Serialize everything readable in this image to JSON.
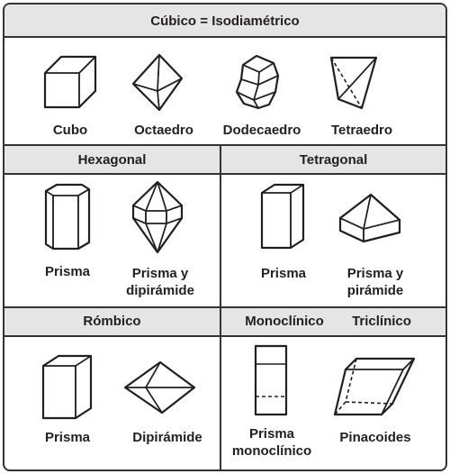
{
  "colors": {
    "band": "#e6e5e5",
    "tan": "#c9b48f",
    "cream": "#e7e0d2",
    "white": "#ffffff",
    "outline": "#231f20"
  },
  "sections": {
    "cubic": {
      "title": "Cúbico = Isodiamétrico",
      "items": [
        {
          "label": "Cubo",
          "icon": "cube-icon"
        },
        {
          "label": "Octaedro",
          "icon": "octahedron-icon"
        },
        {
          "label": "Dodecaedro",
          "icon": "dodecahedron-icon"
        },
        {
          "label": "Tetraedro",
          "icon": "tetrahedron-icon"
        }
      ]
    },
    "hexagonal": {
      "title": "Hexagonal",
      "items": [
        {
          "label": "Prisma",
          "icon": "hexagonal-prism-icon"
        },
        {
          "label": "Prisma y dipirámide",
          "icon": "hexagonal-prism-dipyramid-icon"
        }
      ]
    },
    "tetragonal": {
      "title": "Tetragonal",
      "items": [
        {
          "label": "Prisma",
          "icon": "tetragonal-prism-icon"
        },
        {
          "label": "Prisma y pirámide",
          "icon": "tetragonal-prism-pyramid-icon"
        }
      ]
    },
    "orthorhombic": {
      "title": "Rómbico",
      "items": [
        {
          "label": "Prisma",
          "icon": "orthorhombic-prism-icon"
        },
        {
          "label": "Dipirámide",
          "icon": "dipyramid-icon"
        }
      ]
    },
    "monoclinic": {
      "title": "Monoclínico",
      "items": [
        {
          "label": "Prisma monoclínico",
          "icon": "monoclinic-prism-icon"
        }
      ]
    },
    "triclinic": {
      "title": "Triclínico",
      "items": [
        {
          "label": "Pinacoides",
          "icon": "pinacoids-icon"
        }
      ]
    }
  }
}
